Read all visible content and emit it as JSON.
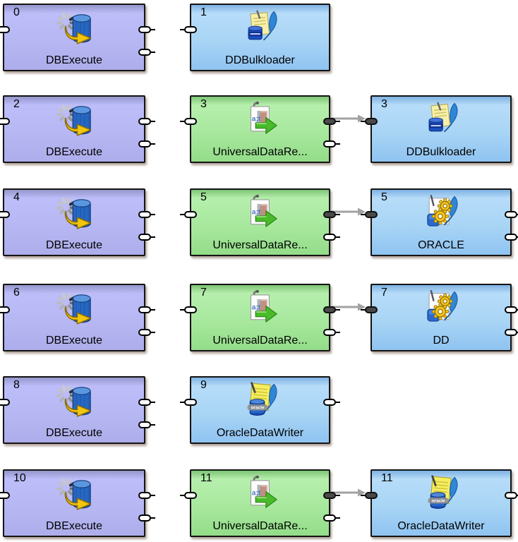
{
  "diagram": {
    "palette": {
      "purple_fill": "#b7b7f4",
      "blue_fill": "#a9d5f5",
      "green_fill": "#a8e89e",
      "node_border": "#141414",
      "edge": "#a2a2a2",
      "canvas_background": "#ffffff"
    },
    "nodes": [
      {
        "id": "n0",
        "number": "0",
        "label": "DBExecute",
        "icon": "db-execute-icon",
        "color": "purple",
        "col": 0,
        "row": 0,
        "ports": {
          "left": [
            {
              "y": 30,
              "connected": false
            }
          ],
          "right": [
            {
              "y": 30,
              "connected": false
            },
            {
              "y": 62,
              "connected": false
            }
          ]
        }
      },
      {
        "id": "n1",
        "number": "1",
        "label": "DDBulkloader",
        "icon": "dd-bulkloader-icon",
        "color": "blue",
        "col": 1,
        "row": 0,
        "ports": {
          "left": [
            {
              "y": 30,
              "connected": false
            }
          ],
          "right": []
        }
      },
      {
        "id": "n2",
        "number": "2",
        "label": "DBExecute",
        "icon": "db-execute-icon",
        "color": "purple",
        "col": 0,
        "row": 1,
        "ports": {
          "left": [
            {
              "y": 30,
              "connected": false
            }
          ],
          "right": [
            {
              "y": 30,
              "connected": false
            },
            {
              "y": 62,
              "connected": false
            }
          ]
        }
      },
      {
        "id": "n3m",
        "number": "3",
        "label": "UniversalDataRe...",
        "icon": "universal-data-reader-icon",
        "color": "green",
        "col": 1,
        "row": 1,
        "ports": {
          "left": [
            {
              "y": 30,
              "connected": false
            }
          ],
          "right": [
            {
              "y": 30,
              "connected": true
            },
            {
              "y": 62,
              "connected": false
            }
          ]
        }
      },
      {
        "id": "n3r",
        "number": "3",
        "label": "DDBulkloader",
        "icon": "dd-bulkloader-icon",
        "color": "blue",
        "col": 2,
        "row": 1,
        "ports": {
          "left": [
            {
              "y": 30,
              "connected": true
            }
          ],
          "right": []
        }
      },
      {
        "id": "n4",
        "number": "4",
        "label": "DBExecute",
        "icon": "db-execute-icon",
        "color": "purple",
        "col": 0,
        "row": 2,
        "ports": {
          "left": [
            {
              "y": 30,
              "connected": false
            }
          ],
          "right": [
            {
              "y": 30,
              "connected": false
            },
            {
              "y": 62,
              "connected": false
            }
          ]
        }
      },
      {
        "id": "n5m",
        "number": "5",
        "label": "UniversalDataRe...",
        "icon": "universal-data-reader-icon",
        "color": "green",
        "col": 1,
        "row": 2,
        "ports": {
          "left": [
            {
              "y": 30,
              "connected": false
            }
          ],
          "right": [
            {
              "y": 30,
              "connected": true
            },
            {
              "y": 62,
              "connected": false
            }
          ]
        }
      },
      {
        "id": "n5r",
        "number": "5",
        "label": "ORACLE",
        "icon": "db-writer-icon",
        "color": "blue",
        "col": 2,
        "row": 2,
        "ports": {
          "left": [
            {
              "y": 30,
              "connected": true
            }
          ],
          "right": [
            {
              "y": 30,
              "connected": false
            },
            {
              "y": 62,
              "connected": false
            }
          ]
        }
      },
      {
        "id": "n6",
        "number": "6",
        "label": "DBExecute",
        "icon": "db-execute-icon",
        "color": "purple",
        "col": 0,
        "row": 3,
        "ports": {
          "left": [
            {
              "y": 30,
              "connected": false
            }
          ],
          "right": [
            {
              "y": 30,
              "connected": false
            },
            {
              "y": 62,
              "connected": false
            }
          ]
        }
      },
      {
        "id": "n7m",
        "number": "7",
        "label": "UniversalDataRe...",
        "icon": "universal-data-reader-icon",
        "color": "green",
        "col": 1,
        "row": 3,
        "ports": {
          "left": [
            {
              "y": 30,
              "connected": false
            }
          ],
          "right": [
            {
              "y": 30,
              "connected": true
            },
            {
              "y": 62,
              "connected": false
            }
          ]
        }
      },
      {
        "id": "n7r",
        "number": "7",
        "label": "DD",
        "icon": "db-writer-icon",
        "color": "blue",
        "col": 2,
        "row": 3,
        "ports": {
          "left": [
            {
              "y": 30,
              "connected": true
            }
          ],
          "right": [
            {
              "y": 30,
              "connected": false
            },
            {
              "y": 62,
              "connected": false
            }
          ]
        }
      },
      {
        "id": "n8",
        "number": "8",
        "label": "DBExecute",
        "icon": "db-execute-icon",
        "color": "purple",
        "col": 0,
        "row": 4,
        "ports": {
          "left": [
            {
              "y": 30,
              "connected": false
            }
          ],
          "right": [
            {
              "y": 30,
              "connected": false
            },
            {
              "y": 62,
              "connected": false
            }
          ]
        }
      },
      {
        "id": "n9",
        "number": "9",
        "label": "OracleDataWriter",
        "icon": "oracle-data-writer-icon",
        "color": "blue",
        "col": 1,
        "row": 4,
        "ports": {
          "left": [
            {
              "y": 30,
              "connected": false
            }
          ],
          "right": [
            {
              "y": 30,
              "connected": false
            }
          ]
        }
      },
      {
        "id": "n10",
        "number": "10",
        "label": "DBExecute",
        "icon": "db-execute-icon",
        "color": "purple",
        "col": 0,
        "row": 5,
        "ports": {
          "left": [
            {
              "y": 30,
              "connected": false
            }
          ],
          "right": [
            {
              "y": 30,
              "connected": false
            },
            {
              "y": 62,
              "connected": false
            }
          ]
        }
      },
      {
        "id": "n11m",
        "number": "11",
        "label": "UniversalDataRe...",
        "icon": "universal-data-reader-icon",
        "color": "green",
        "col": 1,
        "row": 5,
        "ports": {
          "left": [
            {
              "y": 30,
              "connected": false
            }
          ],
          "right": [
            {
              "y": 30,
              "connected": true
            },
            {
              "y": 62,
              "connected": false
            }
          ]
        }
      },
      {
        "id": "n11r",
        "number": "11",
        "label": "OracleDataWriter",
        "icon": "oracle-data-writer-icon",
        "color": "blue",
        "col": 2,
        "row": 5,
        "ports": {
          "left": [
            {
              "y": 30,
              "connected": true
            }
          ],
          "right": [
            {
              "y": 30,
              "connected": false
            }
          ]
        }
      }
    ],
    "edges": [
      {
        "from": "n3m",
        "to": "n3r"
      },
      {
        "from": "n5m",
        "to": "n5r"
      },
      {
        "from": "n7m",
        "to": "n7r"
      },
      {
        "from": "n11m",
        "to": "n11r"
      }
    ]
  }
}
